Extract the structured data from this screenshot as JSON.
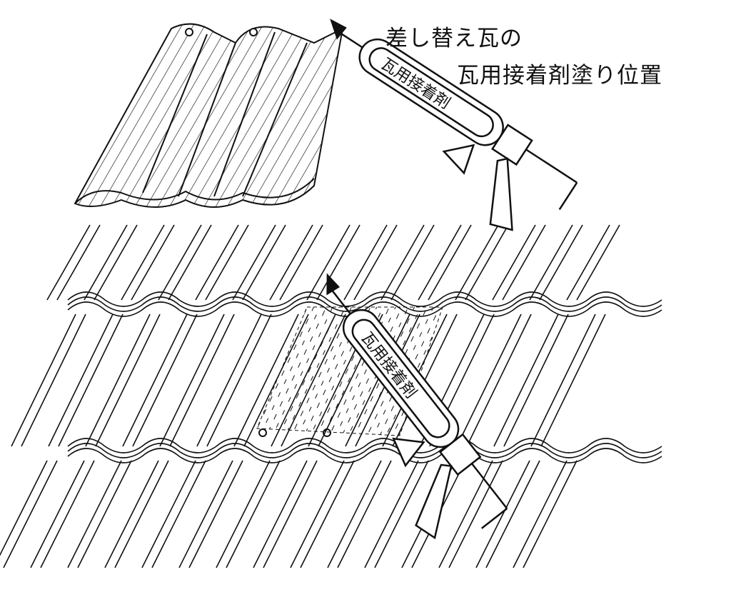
{
  "caption": {
    "line1": "差し替え瓦の",
    "line2": "瓦用接着剤塗り位置"
  },
  "upper_gun": {
    "label": "瓦用接着剤"
  },
  "lower_gun": {
    "label": "瓦用接着剤"
  },
  "colors": {
    "ink": "#111111",
    "background": "#ffffff"
  }
}
